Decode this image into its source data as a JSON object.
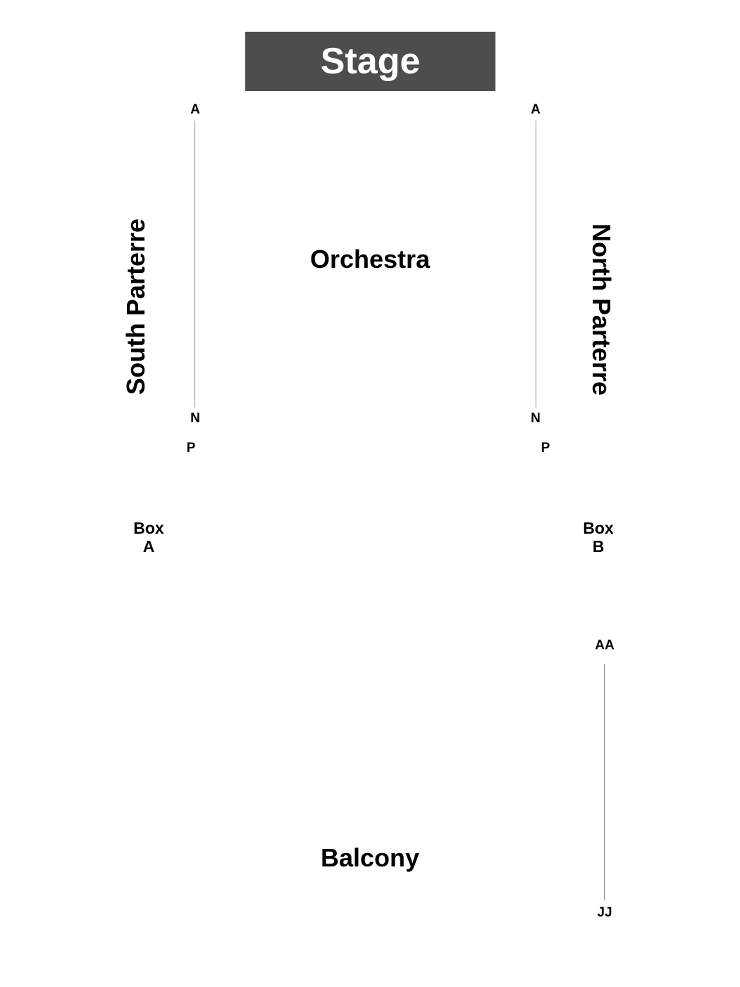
{
  "stage": {
    "label": "Stage"
  },
  "sections": {
    "orchestra": "Orchestra",
    "balcony": "Balcony",
    "south_parterre": "South Parterre",
    "north_parterre": "North Parterre"
  },
  "rows": {
    "south_start": "A",
    "south_end": "N",
    "south_p": "P",
    "north_start": "A",
    "north_end": "N",
    "north_p": "P",
    "balcony_start": "AA",
    "balcony_end": "JJ"
  },
  "boxes": {
    "box_a": {
      "line1": "Box",
      "line2": "A"
    },
    "box_b": {
      "line1": "Box",
      "line2": "B"
    }
  },
  "colors": {
    "stage_fill": "#4d4d4d",
    "stage_text": "#ffffff",
    "row_line": "#888888",
    "text": "#000000",
    "background": "#ffffff"
  }
}
